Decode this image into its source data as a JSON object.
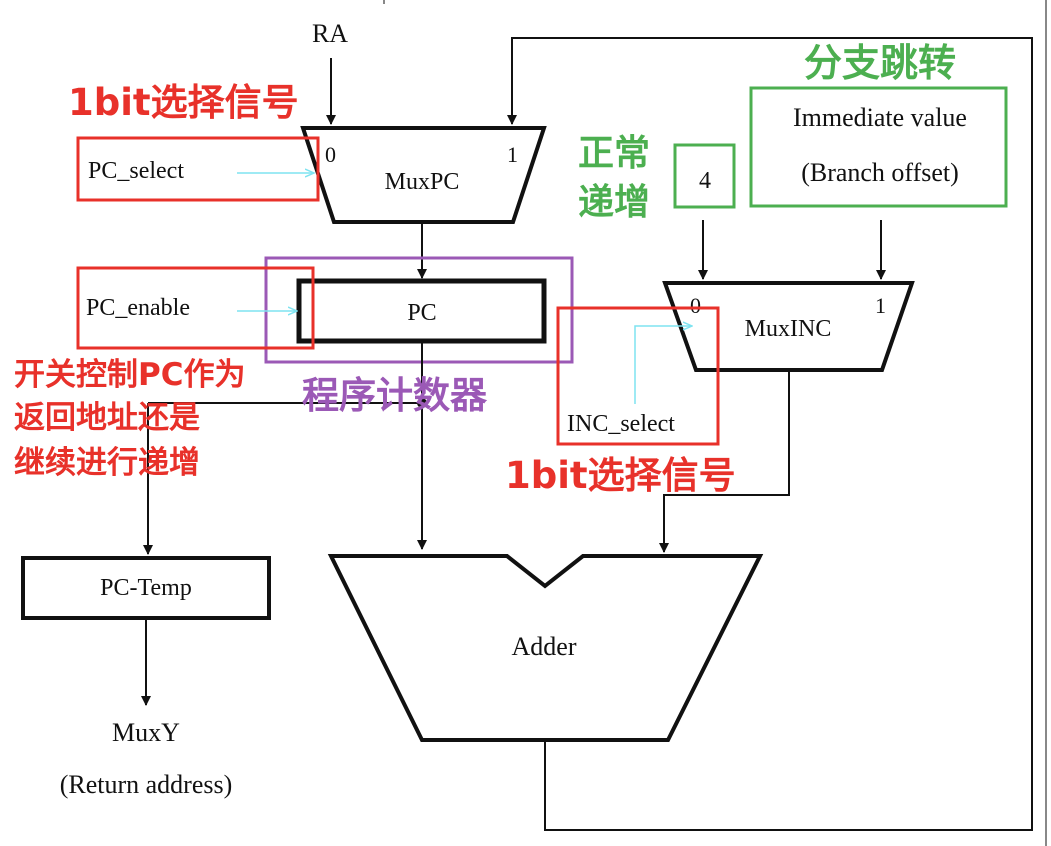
{
  "labels": {
    "ra": "RA",
    "pc_select": "PC_select",
    "pc_enable": "PC_enable",
    "muxpc": "MuxPC",
    "muxpc_in0": "0",
    "muxpc_in1": "1",
    "pc": "PC",
    "const_four": "4",
    "immediate_line1": "Immediate value",
    "immediate_line2": "(Branch offset)",
    "muxinc": "MuxINC",
    "muxinc_in0": "0",
    "muxinc_in1": "1",
    "inc_select": "INC_select",
    "pc_temp": "PC-Temp",
    "muxy": "MuxY",
    "return_address": "(Return address)",
    "adder": "Adder"
  },
  "annotations": {
    "select_signal_top": "1bit选择信号",
    "branch_jump": "分支跳转",
    "normal_inc_line1": "正常",
    "normal_inc_line2": "递增",
    "switch_line1": "开关控制PC作为",
    "switch_line2": "返回地址还是",
    "switch_line3": "继续进行递增",
    "program_counter": "程序计数器",
    "select_signal_bottom": "1bit选择信号"
  },
  "colors": {
    "red": "#e8312a",
    "green": "#4caf50",
    "purple": "#9b59b6",
    "cyan": "#7fe3f0",
    "black": "#111111"
  }
}
